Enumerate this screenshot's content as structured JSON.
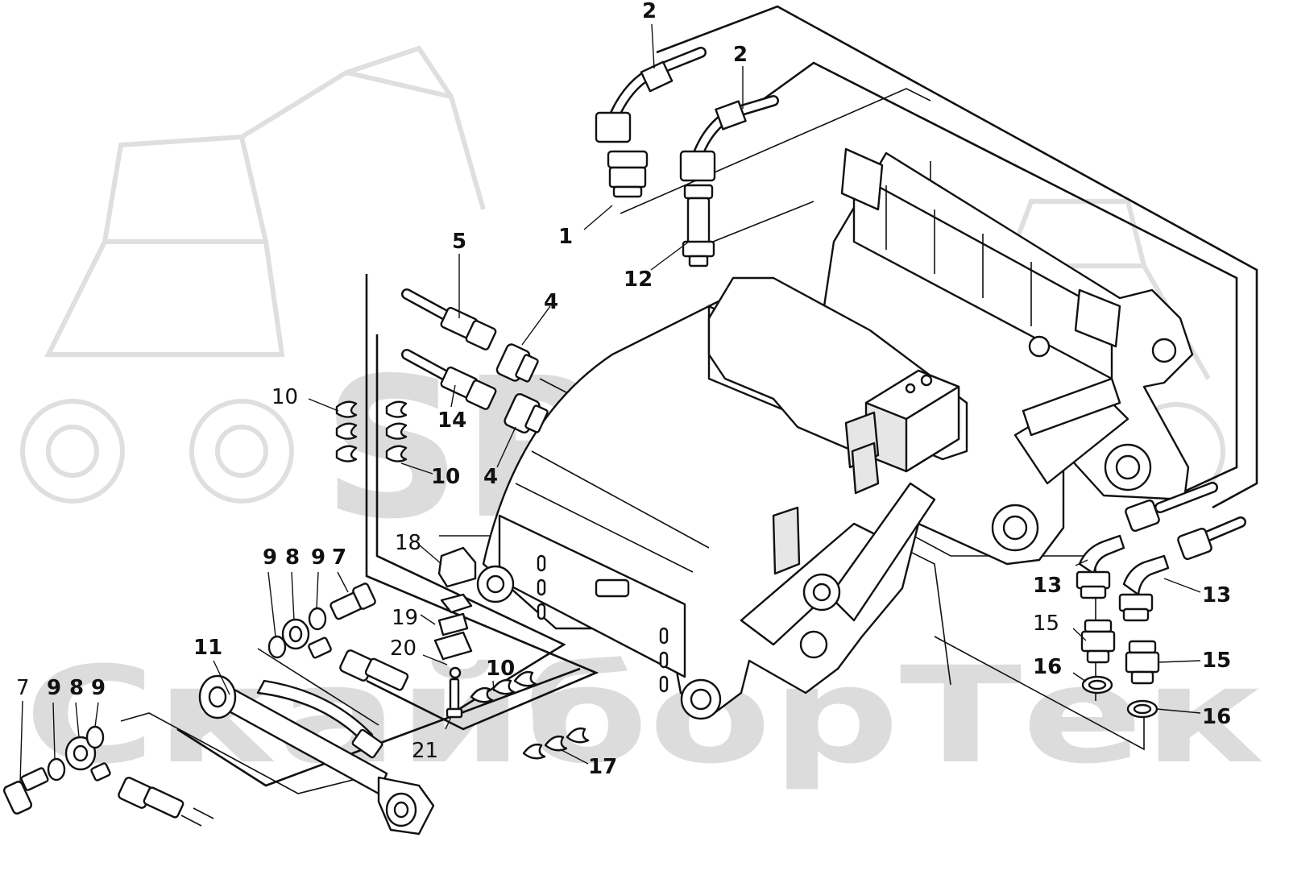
{
  "watermark": {
    "line1": "SPT",
    "line2": "СкайборТек"
  },
  "callouts": [
    {
      "id": "c2a",
      "text": "2",
      "bold": true
    },
    {
      "id": "c2b",
      "text": "2",
      "bold": true
    },
    {
      "id": "c1",
      "text": "1",
      "bold": true
    },
    {
      "id": "c12",
      "text": "12",
      "bold": true
    },
    {
      "id": "c5",
      "text": "5",
      "bold": true
    },
    {
      "id": "c4a",
      "text": "4",
      "bold": true
    },
    {
      "id": "c14",
      "text": "14",
      "bold": true
    },
    {
      "id": "c4b",
      "text": "4",
      "bold": true
    },
    {
      "id": "c10a",
      "text": "10",
      "bold": false
    },
    {
      "id": "c10b",
      "text": "10",
      "bold": true
    },
    {
      "id": "c18",
      "text": "18",
      "bold": false
    },
    {
      "id": "c19",
      "text": "19",
      "bold": false
    },
    {
      "id": "c20",
      "text": "20",
      "bold": false
    },
    {
      "id": "c10c",
      "text": "10",
      "bold": true
    },
    {
      "id": "c21",
      "text": "21",
      "bold": false
    },
    {
      "id": "c17",
      "text": "17",
      "bold": true
    },
    {
      "id": "c9a",
      "text": "9",
      "bold": true
    },
    {
      "id": "c8a",
      "text": "8",
      "bold": true
    },
    {
      "id": "c9b",
      "text": "9",
      "bold": true
    },
    {
      "id": "c7a",
      "text": "7",
      "bold": true
    },
    {
      "id": "c11",
      "text": "11",
      "bold": true
    },
    {
      "id": "c7b",
      "text": "7",
      "bold": false
    },
    {
      "id": "c9c",
      "text": "9",
      "bold": true
    },
    {
      "id": "c8b",
      "text": "8",
      "bold": true
    },
    {
      "id": "c9d",
      "text": "9",
      "bold": true
    },
    {
      "id": "c13a",
      "text": "13",
      "bold": true
    },
    {
      "id": "c13b",
      "text": "13",
      "bold": true
    },
    {
      "id": "c15a",
      "text": "15",
      "bold": false
    },
    {
      "id": "c15b",
      "text": "15",
      "bold": true
    },
    {
      "id": "c16a",
      "text": "16",
      "bold": true
    },
    {
      "id": "c16b",
      "text": "16",
      "bold": true
    }
  ]
}
